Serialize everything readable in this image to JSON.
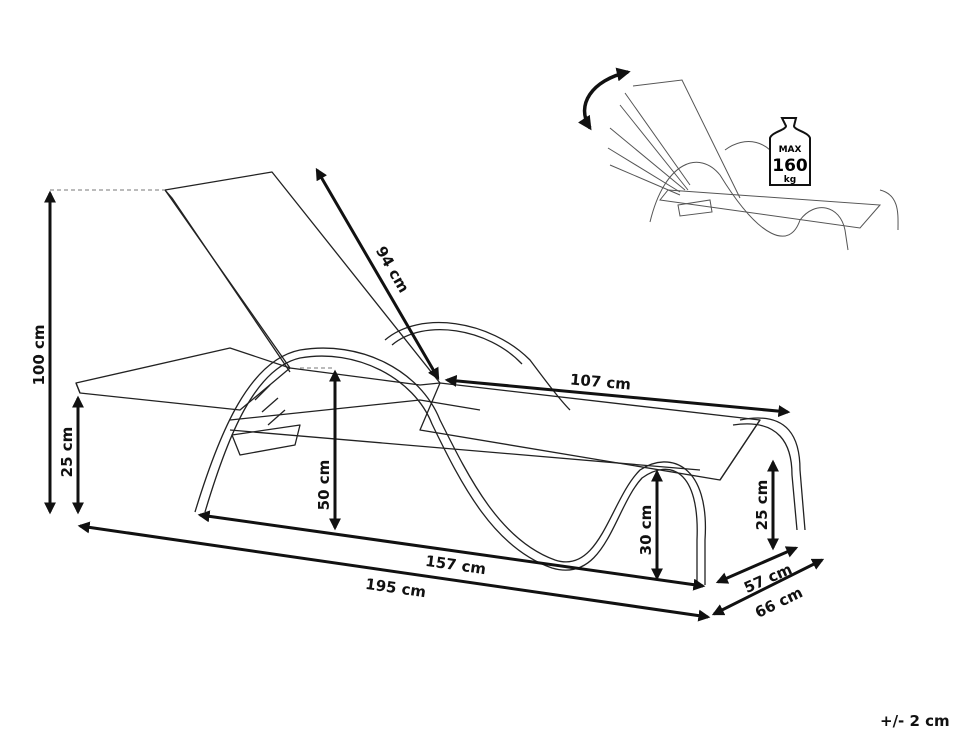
{
  "dimensions": {
    "total_height": "100 cm",
    "seat_height_left": "25 cm",
    "armrest_height": "50 cm",
    "backrest_length": "94 cm",
    "seat_length": "107 cm",
    "inner_length": "157 cm",
    "total_length": "195 cm",
    "leg_clearance": "30 cm",
    "seat_height_right": "25 cm",
    "seat_width": "57 cm",
    "total_width": "66 cm"
  },
  "max_load": {
    "label": "MAX",
    "value": "160",
    "unit": "kg"
  },
  "tolerance": "+/- 2 cm"
}
